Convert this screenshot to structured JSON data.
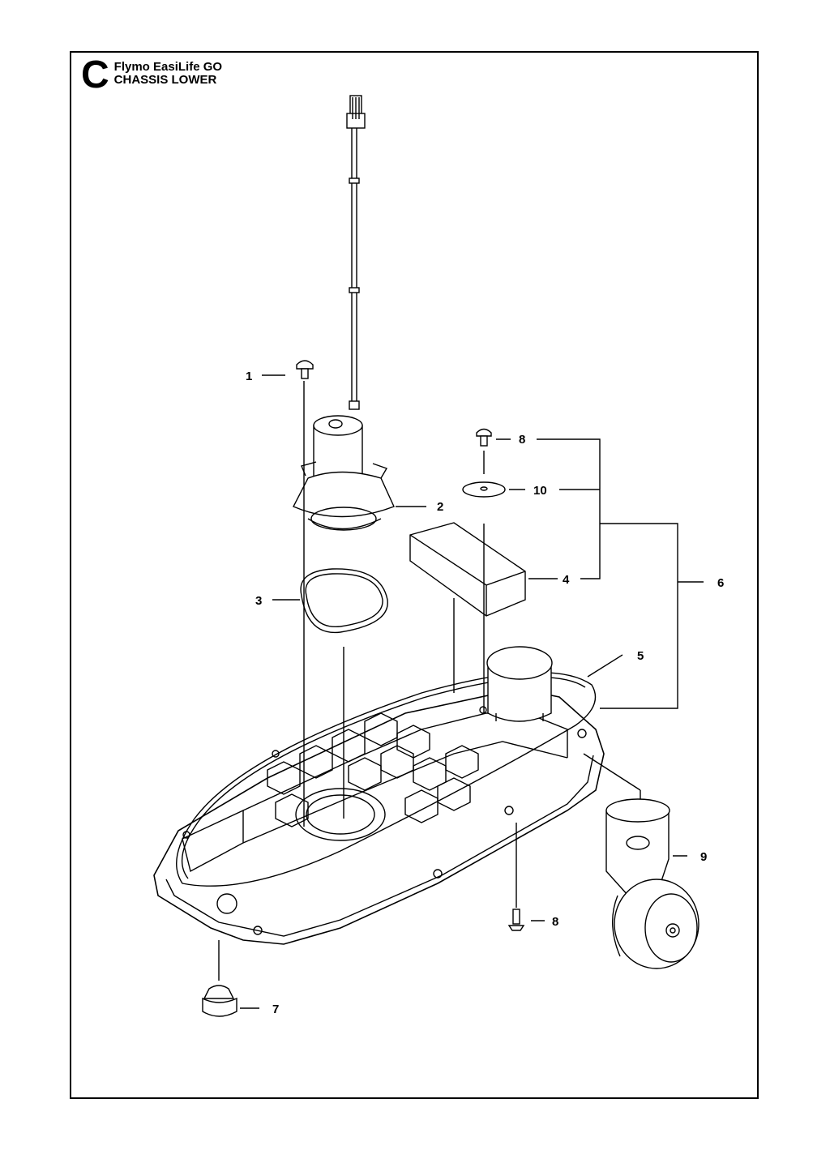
{
  "header": {
    "section_letter": "C",
    "product_name": "Flymo EasiLife GO",
    "assembly_name": "CHASSIS LOWER"
  },
  "callouts": {
    "c1": "1",
    "c2": "2",
    "c3": "3",
    "c4": "4",
    "c5": "5",
    "c6": "6",
    "c7": "7",
    "c8a": "8",
    "c8b": "8",
    "c9": "9",
    "c10": "10"
  }
}
